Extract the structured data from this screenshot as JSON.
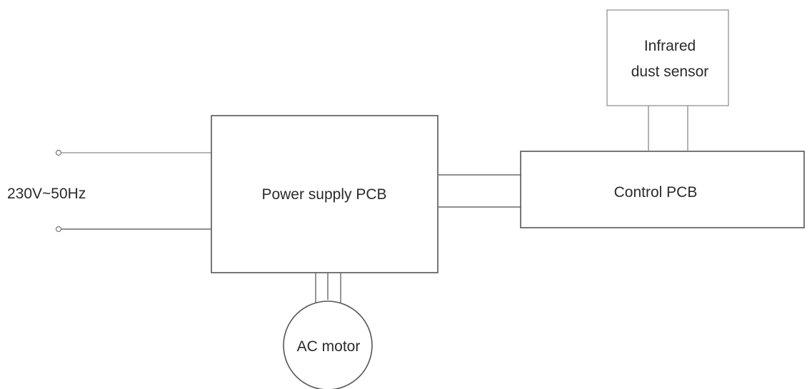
{
  "diagram": {
    "supply_label": "230V~50Hz",
    "power_pcb_label": "Power supply PCB",
    "control_pcb_label": "Control PCB",
    "sensor_label_line1": "Infrared",
    "sensor_label_line2": "dust sensor",
    "motor_label": "AC motor"
  }
}
